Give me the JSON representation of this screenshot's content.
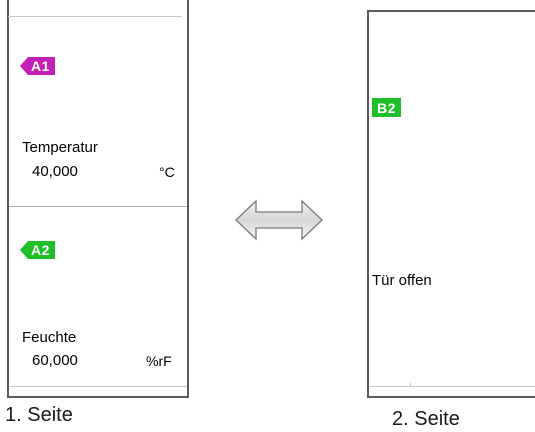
{
  "page1": {
    "caption": "1. Seite",
    "channel_a1": {
      "badge": "A1",
      "label": "Temperatur",
      "value": "40,000",
      "unit": "°C"
    },
    "channel_a2": {
      "badge": "A2",
      "label": "Feuchte",
      "value": "60,000",
      "unit": "%rF"
    }
  },
  "page2": {
    "caption": "2. Seite",
    "channel_b2": {
      "badge": "B2",
      "label": "Tür offen"
    }
  },
  "switch_icon": "double-headed-arrow-icon",
  "colors": {
    "a1": "#c21fb7",
    "green": "#1fbf2a",
    "border": "#5a5a5a"
  }
}
